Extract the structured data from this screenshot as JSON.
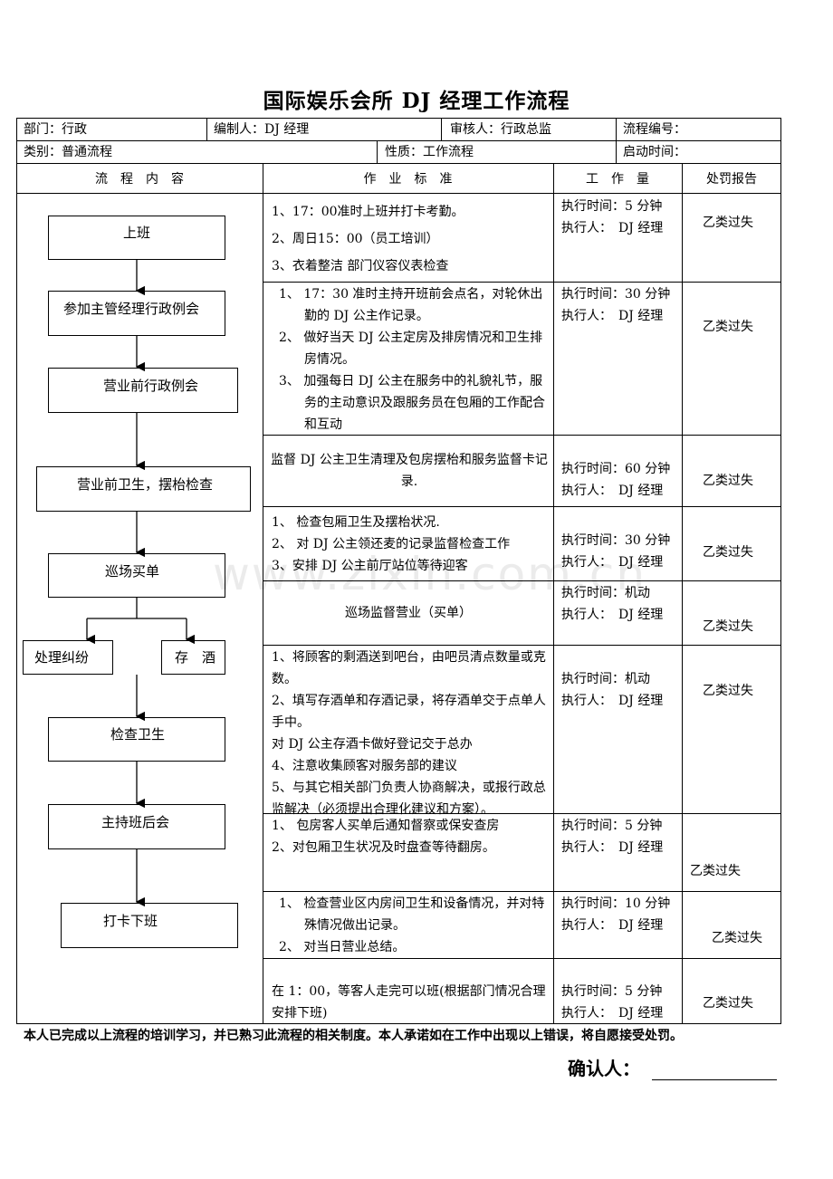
{
  "title": "国际娱乐会所 DJ 经理工作流程",
  "watermark": "www.zixin.com.cn",
  "header": {
    "dept": "部门：行政",
    "editor": "编制人：DJ 经理",
    "reviewer": "审核人：行政总监",
    "process_no": "流程编号：",
    "category": "类别：普通流程",
    "nature": "性质：工作流程",
    "start_time": "启动时间："
  },
  "columns": {
    "flow": "流　程　内　容",
    "standard": "作　业　标　准",
    "workload": "工　作　量",
    "penalty": "处罚报告"
  },
  "flow_steps": [
    "上班",
    "参加主管经理行政例会",
    "营业前行政例会",
    "营业前卫生，摆枱检查",
    "巡场买单",
    "处理纠纷",
    "存　酒",
    "检查卫生",
    "主持班后会",
    "打卡下班"
  ],
  "rows": [
    {
      "standard": [
        "1、17：00准时上班并打卡考勤。",
        "2、周日15：00（员工培训）",
        "3、衣着整洁 部门仪容仪表检查"
      ],
      "workload": [
        "执行时间：5 分钟",
        "执行人：　DJ 经理"
      ],
      "penalty": "乙类过失"
    },
    {
      "standard": [
        "1、 17：30 准时主持开班前会点名，对轮休出勤的 DJ 公主作记录。",
        "2、 做好当天 DJ 公主定房及排房情况和卫生排房情况。",
        "3、 加强每日 DJ 公主在服务中的礼貌礼节，服务的主动意识及跟服务员在包厢的工作配合和互动"
      ],
      "workload": [
        "执行时间：30 分钟",
        "执行人：　DJ 经理"
      ],
      "penalty": "乙类过失"
    },
    {
      "standard": [
        "监督 DJ 公主卫生清理及包房摆枱和服务监督卡记录."
      ],
      "workload": [
        "执行时间：60 分钟",
        "执行人：　DJ 经理"
      ],
      "penalty": "乙类过失"
    },
    {
      "standard": [
        "1、 检查包厢卫生及摆枱状况.",
        "2、 对 DJ 公主领还麦的记录监督检查工作",
        "3、安排 DJ 公主前厅站位等待迎客"
      ],
      "workload": [
        "执行时间：30 分钟",
        "执行人：　DJ 经理"
      ],
      "penalty": "乙类过失"
    },
    {
      "standard": [
        "巡场监督营业（买单）"
      ],
      "workload": [
        "执行时间：机动",
        "执行人：　DJ 经理"
      ],
      "penalty": "乙类过失"
    },
    {
      "standard": [
        "1、将顾客的剩酒送到吧台，由吧员清点数量或克数。",
        "2、填写存酒单和存酒记录，将存酒单交于点单人手中。",
        "对 DJ 公主存酒卡做好登记交于总办",
        "4、注意收集顾客对服务部的建议",
        "5、与其它相关部门负责人协商解决，或报行政总监解决（必须提出合理化建议和方案）。"
      ],
      "workload": [
        "执行时间：机动",
        "执行人：　DJ 经理"
      ],
      "penalty": "乙类过失"
    },
    {
      "standard": [
        "1、 包房客人买单后通知督察或保安查房",
        "2、对包厢卫生状况及时盘查等待翻房。"
      ],
      "workload": [
        "执行时间：5 分钟",
        "执行人：　DJ 经理"
      ],
      "penalty": "乙类过失"
    },
    {
      "standard": [
        "1、 检查营业区内房间卫生和设备情况，并对特殊情况做出记录。",
        "2、 对当日营业总结。"
      ],
      "workload": [
        "执行时间：10 分钟",
        "执行人：　DJ 经理"
      ],
      "penalty": "乙类过失"
    },
    {
      "standard": [
        "在 1：00，等客人走完可以班(根据部门情况合理安排下班)"
      ],
      "workload": [
        "执行时间：5 分钟",
        "执行人：　DJ 经理"
      ],
      "penalty": "乙类过失"
    }
  ],
  "footer": {
    "commitment": "本人已完成以上流程的培训学习，并已熟习此流程的相关制度。本人承诺如在工作中出现以上错误，将自愿接受处罚。",
    "confirm_label": "确认人："
  }
}
